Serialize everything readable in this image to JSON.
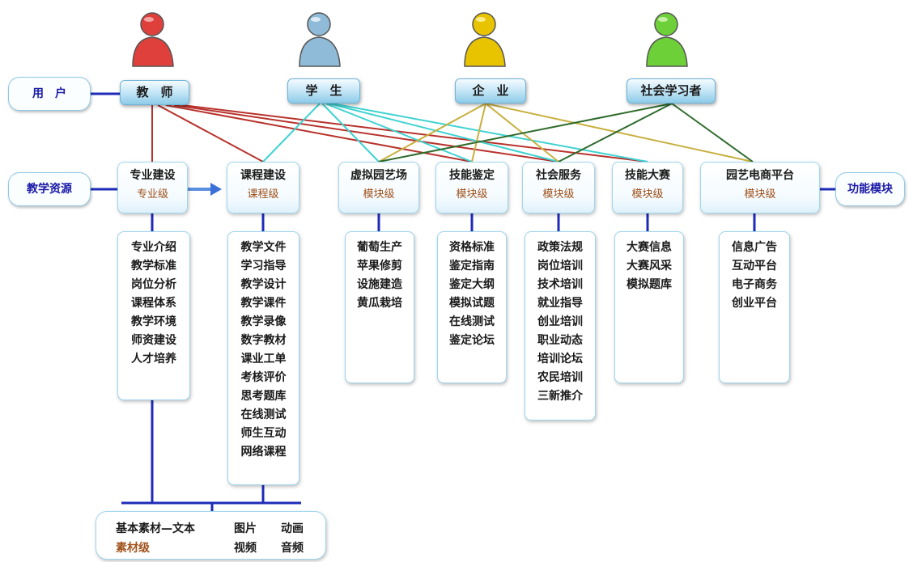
{
  "users": {
    "label": "用　户",
    "roles": [
      {
        "id": "teacher",
        "label": "教　师",
        "color": "#e0403c"
      },
      {
        "id": "student",
        "label": "学　生",
        "color": "#8fbad8"
      },
      {
        "id": "enterprise",
        "label": "企　业",
        "color": "#e8c400"
      },
      {
        "id": "social",
        "label": "社会学习者",
        "color": "#6ed038"
      }
    ]
  },
  "resources_label": "教学资源",
  "function_label": "功能模块",
  "modules": [
    {
      "title": "专业建设",
      "level": "专业级",
      "items": [
        "专业介绍",
        "教学标准",
        "岗位分析",
        "课程体系",
        "教学环境",
        "师资建设",
        "人才培养"
      ]
    },
    {
      "title": "课程建设",
      "level": "课程级",
      "items": [
        "教学文件",
        "学习指导",
        "教学设计",
        "教学课件",
        "教学录像",
        "数字教材",
        "课业工单",
        "考核评价",
        "思考题库",
        "在线测试",
        "师生互动",
        "网络课程"
      ]
    },
    {
      "title": "虚拟园艺场",
      "level": "模块级",
      "items": [
        "葡萄生产",
        "苹果修剪",
        "设施建造",
        "黄瓜栽培"
      ]
    },
    {
      "title": "技能鉴定",
      "level": "模块级",
      "items": [
        "资格标准",
        "鉴定指南",
        "鉴定大纲",
        "模拟试题",
        "在线测试",
        "鉴定论坛"
      ]
    },
    {
      "title": "社会服务",
      "level": "模块级",
      "items": [
        "政策法规",
        "岗位培训",
        "技术培训",
        "就业指导",
        "创业培训",
        "职业动态",
        "培训论坛",
        "农民培训",
        "三新推介"
      ]
    },
    {
      "title": "技能大赛",
      "level": "模块级",
      "items": [
        "大赛信息",
        "大赛风采",
        "模拟题库"
      ]
    },
    {
      "title": "园艺电商平台",
      "level": "模块级",
      "items": [
        "信息广告",
        "互动平台",
        "电子商务",
        "创业平台"
      ]
    }
  ],
  "materials": {
    "text": "基本素材—文本",
    "level": "素材级",
    "pictures": "图片",
    "animation": "动画",
    "video": "视频",
    "audio": "音频"
  }
}
